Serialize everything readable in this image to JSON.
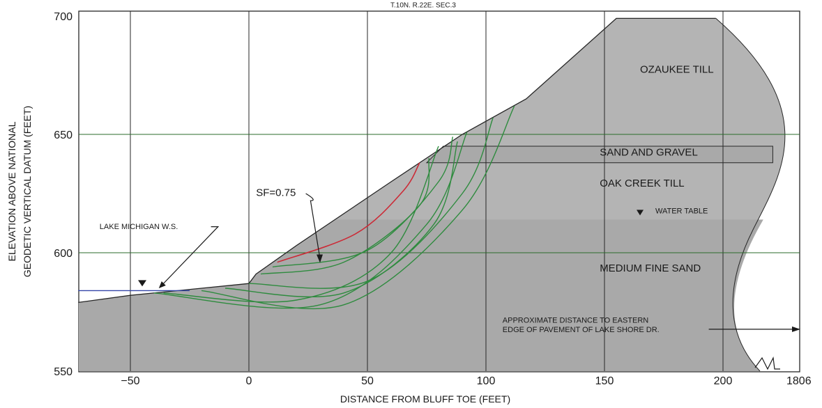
{
  "section_header": "T.10N. R.22E. SEC.3",
  "chart_data": {
    "type": "diagram",
    "xlabel": "DISTANCE FROM BLUFF TOE (FEET)",
    "ylabel_line1": "ELEVATION ABOVE NATIONAL",
    "ylabel_line2": "GEODETIC VERTICAL DATUM (FEET)",
    "xlim": [
      -72,
      238
    ],
    "ylim": [
      550,
      702
    ],
    "x_ticks": [
      -50,
      0,
      50,
      100,
      150,
      200
    ],
    "y_ticks": [
      550,
      600,
      650,
      700
    ],
    "x_break_label": "1806",
    "ground_surface": [
      [
        -72,
        579
      ],
      [
        -50,
        582
      ],
      [
        -20,
        585
      ],
      [
        0,
        587
      ],
      [
        3,
        591
      ],
      [
        20,
        603
      ],
      [
        60,
        630
      ],
      [
        90,
        650
      ],
      [
        117,
        665
      ],
      [
        155,
        699
      ],
      [
        197,
        699
      ]
    ],
    "layers": [
      {
        "name": "OZAUKEE TILL",
        "label_at": [
          165,
          676
        ]
      },
      {
        "name": "SAND AND GRAVEL",
        "top": 645,
        "bottom": 638,
        "x_from": 82,
        "x_to": 221,
        "label_at": [
          148,
          641
        ]
      },
      {
        "name": "OAK CREEK TILL",
        "label_at": [
          148,
          628
        ]
      },
      {
        "name": "MEDIUM FINE SAND",
        "top": 614,
        "x_to": 217,
        "label_at": [
          148,
          592
        ]
      }
    ],
    "water_table": {
      "label": "WATER TABLE",
      "x": 165,
      "elevation": 614
    },
    "lake": {
      "label": "LAKE MICHIGAN W.S.",
      "elevation": 584,
      "x_from": -72,
      "x_to": -25
    },
    "critical_surface": {
      "label": "SF=0.75",
      "factor_of_safety": 0.75
    },
    "far_distance_note_line1": "APPROXIMATE DISTANCE TO EASTERN",
    "far_distance_note_line2": "EDGE OF PAVEMENT OF LAKE SHORE DR.",
    "trial_surfaces": [
      [
        [
          -36,
          583
        ],
        [
          20,
          580
        ],
        [
          60,
          600
        ],
        [
          80,
          645
        ]
      ],
      [
        [
          -40,
          583
        ],
        [
          30,
          578
        ],
        [
          75,
          612
        ],
        [
          92,
          651
        ]
      ],
      [
        [
          -20,
          584
        ],
        [
          40,
          578
        ],
        [
          90,
          618
        ],
        [
          112,
          662
        ]
      ],
      [
        [
          -10,
          585
        ],
        [
          40,
          583
        ],
        [
          78,
          612
        ],
        [
          88,
          647
        ]
      ],
      [
        [
          0,
          587
        ],
        [
          50,
          588
        ],
        [
          90,
          625
        ],
        [
          103,
          657
        ]
      ],
      [
        [
          5,
          591
        ],
        [
          40,
          596
        ],
        [
          72,
          620
        ],
        [
          76,
          640
        ]
      ],
      [
        [
          10,
          594
        ],
        [
          50,
          601
        ],
        [
          80,
          630
        ],
        [
          86,
          649
        ]
      ]
    ],
    "critical_points": [
      [
        12,
        596
      ],
      [
        45,
        608
      ],
      [
        65,
        626
      ],
      [
        72,
        638
      ]
    ]
  },
  "colors": {
    "soil_fill": "#b4b4b4",
    "sand_fill": "#a9a9a9",
    "trial_surface": "#2e8b3e",
    "critical_surface": "#cc2a36",
    "lake_line": "#3346a8",
    "grid": "#262626",
    "grid_green": "#2a6b2a"
  }
}
